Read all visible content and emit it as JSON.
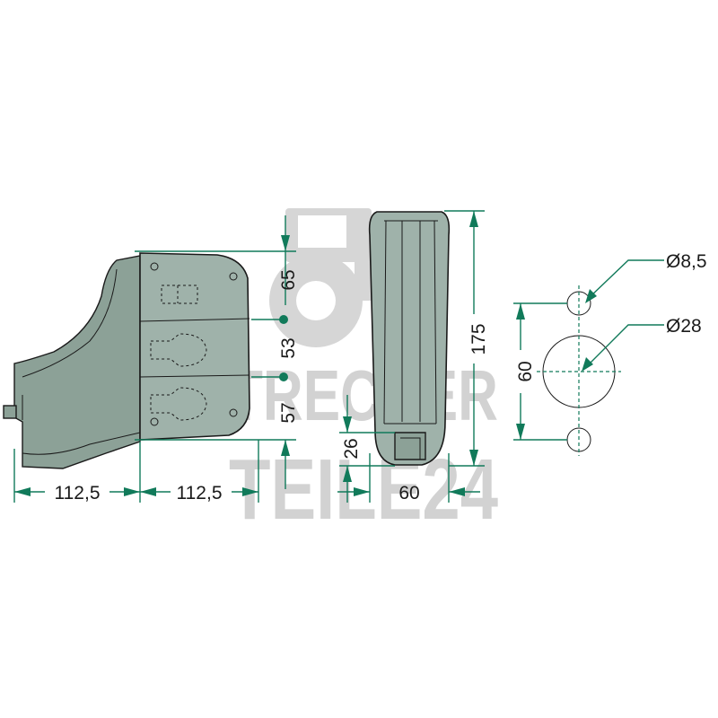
{
  "watermark": {
    "line1": "TRECKER",
    "line2": "TEILE24"
  },
  "dimensions": {
    "width_left": "112,5",
    "width_right": "112,5",
    "height_top": "65",
    "height_mid": "53",
    "height_bottom": "57",
    "side_height": "175",
    "side_base": "26",
    "side_width": "60",
    "hole_spacing": "60",
    "small_hole_diameter": "Ø8,5",
    "large_hole_diameter": "Ø28"
  },
  "colors": {
    "accent": "#117a5a",
    "part_fill": "#9fb2aa",
    "watermark": "#d2d2d2"
  }
}
